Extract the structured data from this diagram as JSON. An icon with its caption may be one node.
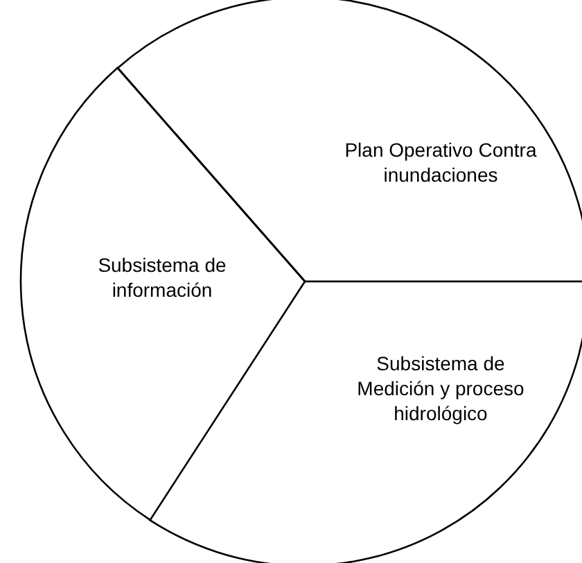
{
  "diagram": {
    "nodes": [
      {
        "text": [
          "Plan Operativo Contra inundaciones"
        ]
      },
      {
        "text": [
          "Subsistema de Medición y proceso hidrológico"
        ]
      },
      {
        "text": [
          "Subsistema de información"
        ]
      }
    ]
  }
}
